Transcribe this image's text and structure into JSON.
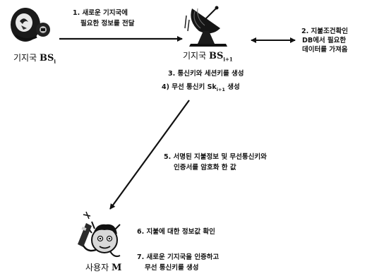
{
  "nodes": {
    "bs_i": {
      "prefix": "기지국",
      "name": "BS",
      "sub": "i"
    },
    "bs_next": {
      "prefix": "기지국",
      "name": "BS",
      "sub": "i+1"
    },
    "user": {
      "prefix": "사용자",
      "name": "M"
    }
  },
  "steps": {
    "s1_line1": "1. 새로운 기지국에",
    "s1_line2": "필요한 정보를 전달",
    "s2_line1": "2. 지불조건확인",
    "s2_line2": "DB에서 필요한",
    "s2_line3": "데이터를 가져옴",
    "s3": "3. 통신키와 세션키를 생성",
    "s4": "4) 무선 통신키 Sk",
    "s4_sub": "i+1",
    "s4_suffix": " 생성",
    "s5_line1": "5. 서명된 지불정보 및 무선통신키와",
    "s5_line2": "인증서를 암호화 한 값",
    "s6": "6. 지불에 대한 정보값 확인",
    "s7_line1": "7. 새로운 기지국을 인증하고",
    "s7_line2": "무선 통신키를 생성"
  }
}
